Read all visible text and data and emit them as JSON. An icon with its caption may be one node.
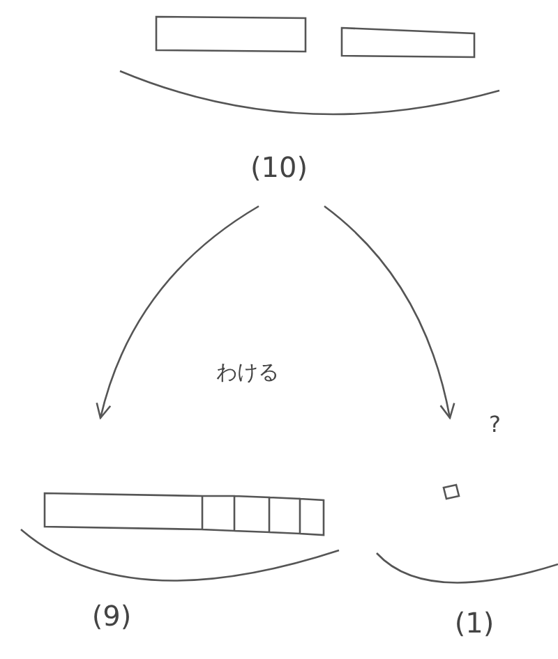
{
  "diagram": {
    "nodes": [
      {
        "text": [
          "(10)"
        ]
      },
      {
        "text": [
          "(9)"
        ]
      },
      {
        "text": [
          "(1)"
        ]
      }
    ],
    "edges": [
      {
        "from": 0,
        "to": 1,
        "arrow": "to"
      },
      {
        "from": 0,
        "to": 2,
        "arrow": "to",
        "label": "?"
      }
    ],
    "labels": [
      "わける"
    ]
  }
}
